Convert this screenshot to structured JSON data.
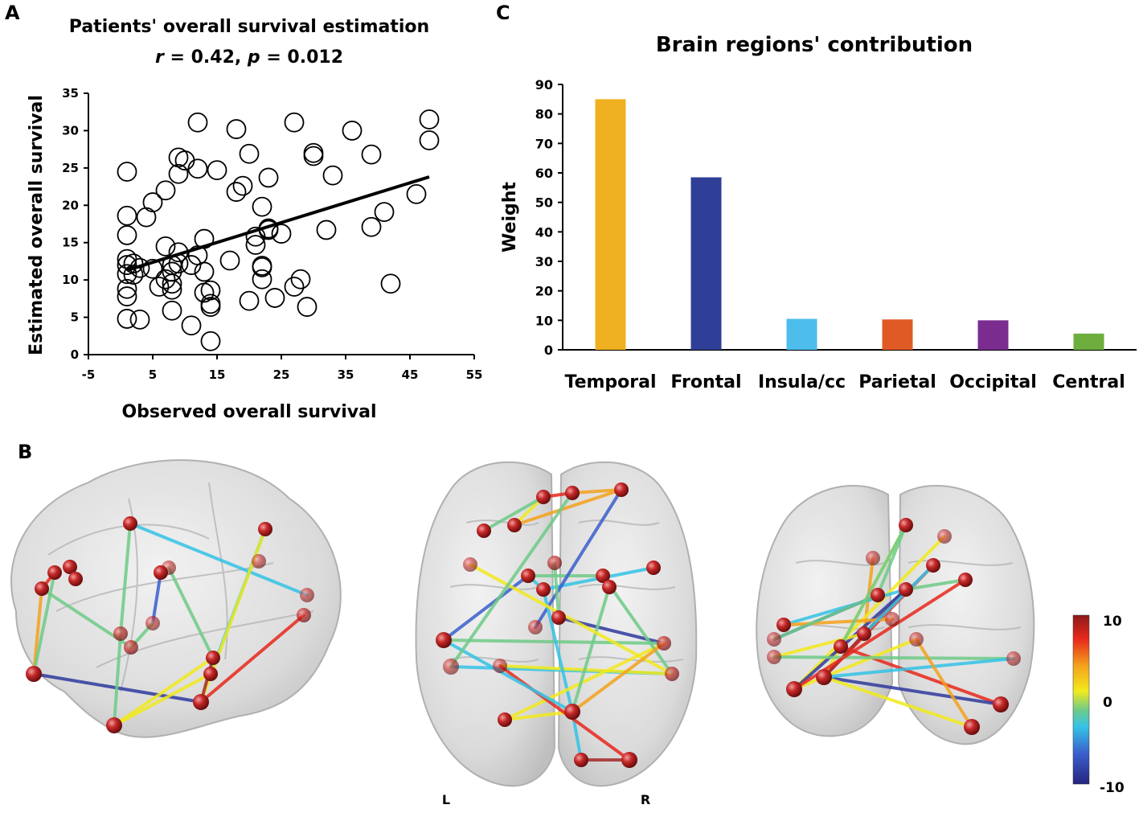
{
  "panels": {
    "a_letter": "A",
    "b_letter": "B",
    "c_letter": "C"
  },
  "chart_data": [
    {
      "type": "scatter",
      "title": "Patients' overall survival estimation",
      "subtitle_r": "r",
      "subtitle_r_value": " = 0.42, ",
      "subtitle_p": "p",
      "subtitle_p_value": " = 0.012",
      "xlabel": "Observed overall survival",
      "ylabel": "Estimated overall survival",
      "xlim": [
        -5,
        55
      ],
      "ylim": [
        0,
        35
      ],
      "xticks": [
        "-5",
        "5",
        "15",
        "25",
        "35",
        "45",
        "55"
      ],
      "yticks": [
        "0",
        "5",
        "10",
        "15",
        "20",
        "25",
        "30",
        "35"
      ],
      "marker": "open-circle",
      "regression_line": {
        "x": [
          1,
          48
        ],
        "y": [
          11.3,
          23.8
        ]
      },
      "points": [
        [
          1,
          24.5
        ],
        [
          1,
          18.6
        ],
        [
          1,
          16
        ],
        [
          1,
          12.8
        ],
        [
          1,
          12
        ],
        [
          1,
          10.8
        ],
        [
          1,
          8.8
        ],
        [
          1,
          7.8
        ],
        [
          1,
          4.8
        ],
        [
          2,
          12.2
        ],
        [
          2,
          10.7
        ],
        [
          3,
          11.6
        ],
        [
          3,
          4.7
        ],
        [
          4,
          18.4
        ],
        [
          5,
          11.5
        ],
        [
          5,
          20.4
        ],
        [
          7,
          22
        ],
        [
          7,
          14.5
        ],
        [
          7,
          10.1
        ],
        [
          6,
          9.1
        ],
        [
          8,
          5.9
        ],
        [
          8,
          12
        ],
        [
          8,
          11.1
        ],
        [
          8,
          9.5
        ],
        [
          8,
          8.7
        ],
        [
          9,
          24.2
        ],
        [
          9,
          26.4
        ],
        [
          10,
          26
        ],
        [
          9,
          13.7
        ],
        [
          9,
          12.2
        ],
        [
          11,
          12
        ],
        [
          11,
          3.9
        ],
        [
          12,
          31.1
        ],
        [
          12,
          24.9
        ],
        [
          12,
          13.3
        ],
        [
          13,
          15.5
        ],
        [
          13,
          11.1
        ],
        [
          13,
          8.3
        ],
        [
          14,
          8.6
        ],
        [
          14,
          6.8
        ],
        [
          14,
          6.4
        ],
        [
          14,
          1.8
        ],
        [
          15,
          24.7
        ],
        [
          17,
          12.6
        ],
        [
          18,
          30.2
        ],
        [
          18,
          21.8
        ],
        [
          19,
          22.6
        ],
        [
          20,
          26.9
        ],
        [
          20,
          7.2
        ],
        [
          21,
          14.7
        ],
        [
          21,
          15.8
        ],
        [
          22,
          19.8
        ],
        [
          22,
          11.9
        ],
        [
          22,
          11.7
        ],
        [
          22,
          10.1
        ],
        [
          23,
          23.7
        ],
        [
          23,
          16.7
        ],
        [
          23,
          16.9
        ],
        [
          24,
          7.6
        ],
        [
          25,
          16.2
        ],
        [
          27,
          31.1
        ],
        [
          27,
          9.1
        ],
        [
          28,
          10.1
        ],
        [
          29,
          6.4
        ],
        [
          30,
          27
        ],
        [
          30,
          26.6
        ],
        [
          32,
          16.7
        ],
        [
          33,
          24
        ],
        [
          36,
          30
        ],
        [
          39,
          26.8
        ],
        [
          39,
          17.1
        ],
        [
          41,
          19.1
        ],
        [
          42,
          9.5
        ],
        [
          46,
          21.5
        ],
        [
          48,
          31.5
        ],
        [
          48,
          28.7
        ]
      ]
    },
    {
      "type": "bar",
      "title": "Brain regions' contribution",
      "xlabel": "",
      "ylabel": "Weight",
      "ylim": [
        0,
        90
      ],
      "yticks": [
        "0",
        "10",
        "20",
        "30",
        "40",
        "50",
        "60",
        "70",
        "80",
        "90"
      ],
      "categories": [
        "Temporal",
        "Frontal",
        "Insula/cc",
        "Parietal",
        "Occipital",
        "Central"
      ],
      "values": [
        85,
        58.5,
        10.5,
        10.3,
        10,
        5.5
      ],
      "colors": [
        "#EFB121",
        "#2F3F98",
        "#4DBDEB",
        "#E05A25",
        "#7A2D8F",
        "#6DAE3F"
      ]
    }
  ],
  "brain_networks": {
    "colorbar": {
      "max_label": "10",
      "mid_label": "0",
      "min_label": "-10",
      "stops": [
        "#8B1A1A",
        "#E8281C",
        "#F4A21C",
        "#F2EA1C",
        "#6FCB88",
        "#34C3E6",
        "#3A5FCD",
        "#26247F"
      ]
    },
    "left_label": "L",
    "right_label": "R",
    "node_color": "#B22222",
    "brain_color": "#CFCFCF"
  }
}
